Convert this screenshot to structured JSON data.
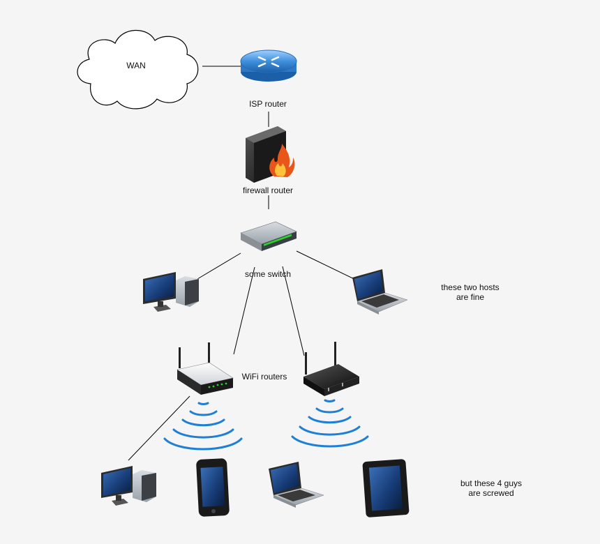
{
  "labels": {
    "wan": "WAN",
    "isp_router": "ISP router",
    "firewall_router": "firewall router",
    "some_switch": "some switch",
    "wifi_routers": "WiFi routers",
    "fine_line1": "these two hosts",
    "fine_line2": "are fine",
    "screwed_line1": "but these 4 guys",
    "screwed_line2": "are screwed"
  },
  "colors": {
    "background": "#f5f5f5",
    "link": "#000000",
    "wifi_waves": "#1e7fd6",
    "isp_router": "#3f8fdc"
  },
  "icons": [
    "cloud-icon",
    "router-icon",
    "firewall-icon",
    "switch-icon",
    "desktop-icon",
    "laptop-icon",
    "wifi-router-icon",
    "wifi-signal-icon",
    "smartphone-icon",
    "tablet-icon"
  ]
}
